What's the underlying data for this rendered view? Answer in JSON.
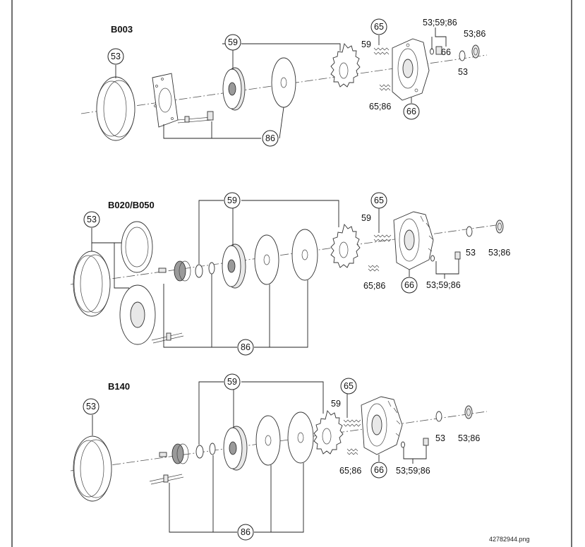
{
  "sections": [
    {
      "title": "B003",
      "callouts": {
        "c53_left": "53",
        "c59": "59",
        "c86": "86",
        "c65": "65",
        "l59_spring": "59",
        "l53_59_86": "53;59;86",
        "l66_small": "66",
        "l53_86_right": "53;86",
        "l53_right": "53",
        "l65_86": "65;86",
        "c66": "66"
      }
    },
    {
      "title": "B020/B050",
      "callouts": {
        "c53_left": "53",
        "c59": "59",
        "c86": "86",
        "c65": "65",
        "l59_spring": "59",
        "l53_right": "53",
        "l53_86_right": "53;86",
        "l65_86": "65;86",
        "c66": "66",
        "l53_59_86": "53;59;86"
      }
    },
    {
      "title": "B140",
      "callouts": {
        "c53_left": "53",
        "c59": "59",
        "c86": "86",
        "c65": "65",
        "l59_spring": "59",
        "l53_right": "53",
        "l53_86_right": "53;86",
        "l65_86": "65;86",
        "c66": "66",
        "l53_59_86": "53;59;86"
      }
    }
  ],
  "filename": "42782944.png"
}
